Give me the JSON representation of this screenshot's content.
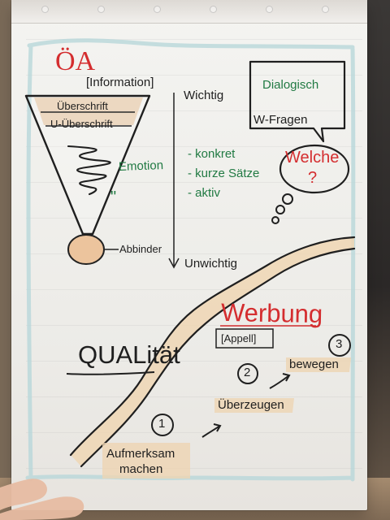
{
  "page": {
    "left": {
      "oa": "ÖA",
      "information": "[Information]",
      "headline": "Überschrift",
      "subheadline": "U-Überschrift",
      "emotion": "Emotion",
      "quote_marks": "\"",
      "abbinder": "Abbinder"
    },
    "middle": {
      "wichtig": "Wichtig",
      "konkret": "- konkret",
      "kurze_saetze": "- kurze Sätze",
      "aktiv": "- aktiv",
      "unwichtig": "Unwichtig"
    },
    "right": {
      "dialogisch": "Dialogisch",
      "w_fragen": "W-Fragen",
      "welche": "Welche",
      "question": "?"
    },
    "bottom": {
      "qualitaet": "QUALität",
      "werbung": "Werbung",
      "appell": "[Appell]",
      "aufmerksam": "Aufmerksam",
      "machen": "machen",
      "ueberzeugen": "Überzeugen",
      "bewegen": "bewegen",
      "step1": "1",
      "step2": "2",
      "step3": "3"
    }
  }
}
